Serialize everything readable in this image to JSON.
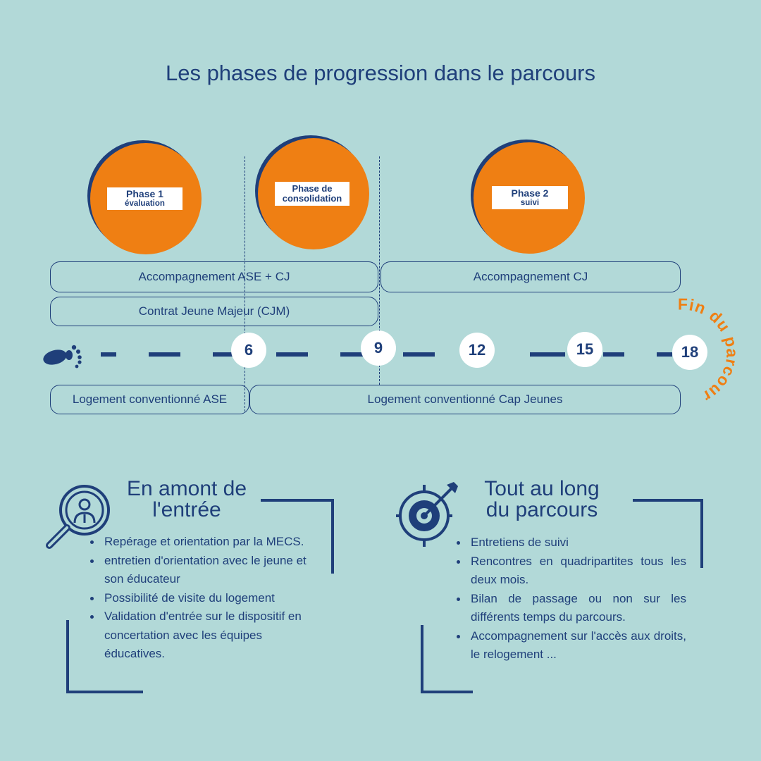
{
  "title": "Les phases de progression dans le parcours",
  "phases": [
    {
      "line1": "Phase 1",
      "line2": "évaluation"
    },
    {
      "line1": "Phase  de",
      "line2": "consolidation"
    },
    {
      "line1": "Phase 2",
      "line2": "suivi"
    }
  ],
  "bands": {
    "top_left": "Accompagnement ASE + CJ",
    "top_right": "Accompagnement CJ",
    "middle": "Contrat Jeune Majeur (CJM)",
    "bottom_left": "Logement conventionné ASE",
    "bottom_right": "Logement conventionné Cap Jeunes"
  },
  "timeline": {
    "markers": [
      "6",
      "9",
      "12",
      "15",
      "18"
    ],
    "end_label": "Fin du parcours"
  },
  "before_entry": {
    "title_line1": "En amont de",
    "title_line2": "l'entrée",
    "items": [
      "Repérage et orientation par la MECS.",
      "entretien d'orientation avec le jeune et son éducateur",
      "Possibilité  de visite du logement",
      "Validation d'entrée sur le dispositif en concertation avec les équipes éducatives."
    ]
  },
  "throughout": {
    "title_line1": "Tout au long",
    "title_line2": "du parcours",
    "items": [
      "Entretiens de suivi",
      "Rencontres en quadripartites tous les deux mois.",
      "Bilan de passage ou non sur les différents temps du parcours.",
      "Accompagnement sur l'accès aux droits, le relogement ..."
    ]
  },
  "colors": {
    "background": "#b2d9d8",
    "navy": "#1f3f7a",
    "orange": "#ef7f13",
    "white": "#ffffff"
  },
  "icons": [
    "footprints-icon",
    "magnifier-person-icon",
    "target-arrow-icon"
  ]
}
